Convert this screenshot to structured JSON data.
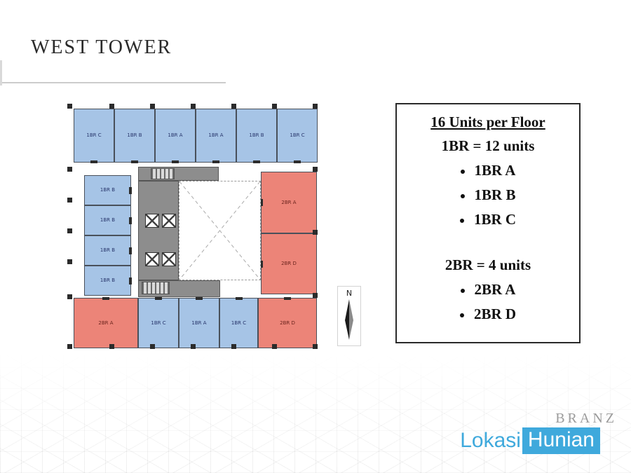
{
  "slide": {
    "title": "WEST TOWER"
  },
  "legend": {
    "title": "16 Units per Floor",
    "groups": [
      {
        "heading": "1BR = 12 units",
        "items": [
          "1BR A",
          "1BR B",
          "1BR C"
        ]
      },
      {
        "heading": "2BR = 4 units",
        "items": [
          "2BR A",
          "2BR D"
        ]
      }
    ]
  },
  "compass": {
    "label": "N"
  },
  "branding": {
    "logo": "BRANZ",
    "watermark_left": "Lokasi",
    "watermark_right": "Hunian",
    "watermark_color": "#3fa9dc"
  },
  "floor_plan": {
    "colors": {
      "unit_1br": "#a6c4e6",
      "unit_2br": "#ec8478",
      "core": "#8d8d8d"
    },
    "top_units": [
      "1BR C",
      "1BR B",
      "1BR A",
      "1BR A",
      "1BR B",
      "1BR C"
    ],
    "left_units": [
      "1BR B",
      "1BR B",
      "1BR B",
      "1BR B"
    ],
    "right_units": [
      "2BR A",
      "2BR D"
    ],
    "bottom_units": [
      "2BR A",
      "1BR C",
      "1BR A",
      "1BR C",
      "2BR D"
    ]
  }
}
